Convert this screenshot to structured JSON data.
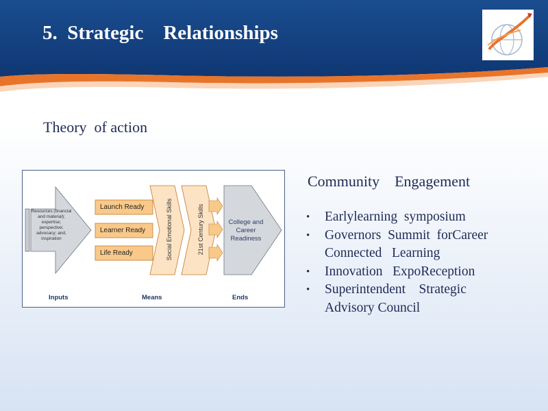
{
  "slide": {
    "title": "5.  Strategic    Relationships",
    "subtitle": "Theory  of action"
  },
  "diagram": {
    "inputs_text": "Resources (financial and material); expertise; perspective; advocacy; and, inspiration",
    "means_items": [
      "Launch Ready",
      "Learner Ready",
      "Life Ready"
    ],
    "skills_labels": [
      "Social Emotional Skills",
      "21st Century Skills"
    ],
    "ends_text": "College and Career Readiness",
    "footer_labels": {
      "inputs": "Inputs",
      "means": "Means",
      "ends": "Ends"
    }
  },
  "engagement": {
    "title": "Community    Engagement",
    "bullet_char": "•",
    "items": [
      "Earlylearning  symposium",
      "Governors  Summit  forCareer\nConnected   Learning",
      "Innovation   ExpoReception",
      "Superintendent    Strategic\nAdvisory Council"
    ]
  },
  "colors": {
    "header_blue": "#1a4d8f",
    "accent_orange": "#e8742a",
    "means_orange": "#f9c98a",
    "skills_cream": "#fbe3c4",
    "ends_gray": "#d4d8dd",
    "text_navy": "#1f2a55"
  },
  "icons": {
    "logo": "globe-swoosh-logo"
  }
}
